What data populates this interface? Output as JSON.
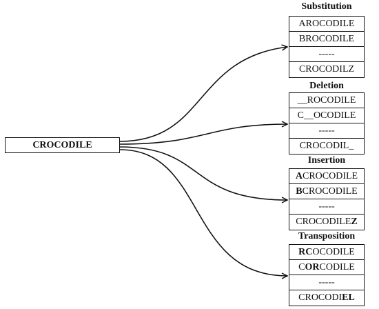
{
  "source_word": "CROCODILE",
  "groups": [
    {
      "title": "Substitution",
      "rows": [
        [
          {
            "t": "AROCODILE",
            "b": false
          }
        ],
        [
          {
            "t": "BROCODILE",
            "b": false
          }
        ],
        [
          {
            "t": "-----",
            "b": false
          }
        ],
        [
          {
            "t": "CROCODILZ",
            "b": false
          }
        ]
      ]
    },
    {
      "title": "Deletion",
      "rows": [
        [
          {
            "t": "__ROCODILE",
            "b": false
          }
        ],
        [
          {
            "t": "C__OCODILE",
            "b": false
          }
        ],
        [
          {
            "t": "-----",
            "b": false
          }
        ],
        [
          {
            "t": "CROCODIL_",
            "b": false
          }
        ]
      ]
    },
    {
      "title": "Insertion",
      "rows": [
        [
          {
            "t": "A",
            "b": true
          },
          {
            "t": "CROCODILE",
            "b": false
          }
        ],
        [
          {
            "t": "B",
            "b": true
          },
          {
            "t": "CROCODILE",
            "b": false
          }
        ],
        [
          {
            "t": "-----",
            "b": false
          }
        ],
        [
          {
            "t": "CROCODILE",
            "b": false
          },
          {
            "t": "Z",
            "b": true
          }
        ]
      ]
    },
    {
      "title": "Transposition",
      "rows": [
        [
          {
            "t": "RC",
            "b": true
          },
          {
            "t": "OCODILE",
            "b": false
          }
        ],
        [
          {
            "t": "C",
            "b": false
          },
          {
            "t": "OR",
            "b": true
          },
          {
            "t": "CODILE",
            "b": false
          }
        ],
        [
          {
            "t": "-----",
            "b": false
          }
        ],
        [
          {
            "t": "CROCODI",
            "b": false
          },
          {
            "t": "EL",
            "b": true
          }
        ]
      ]
    }
  ]
}
